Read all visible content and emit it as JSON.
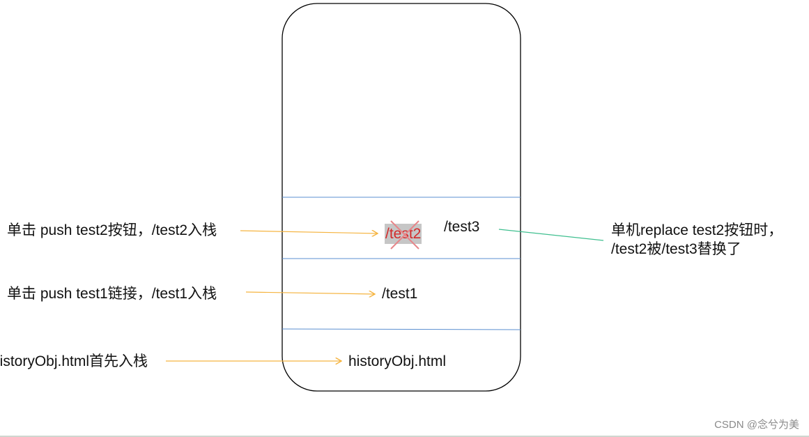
{
  "stack": {
    "entries": [
      {
        "label": "historyObj.html"
      },
      {
        "label": "/test1"
      },
      {
        "label": "/test2",
        "status": "replaced"
      },
      {
        "label": "/test3"
      }
    ]
  },
  "annotations": {
    "push_html": "historyObj.html首先入栈",
    "push_test1": "单击 push test1链接，/test1入栈",
    "push_test2": "单击 push test2按钮，/test2入栈",
    "replace_test2_line1": "单机replace test2按钮时，",
    "replace_test2_line2": "/test2被/test3替换了"
  },
  "colors": {
    "stack_border": "#000000",
    "divider": "#5b8fd0",
    "arrow_orange": "#f5b440",
    "arrow_green": "#3fbf8f",
    "replaced_text": "#d32a2a",
    "replaced_cross": "#e6868a",
    "replaced_highlight": "#c6c6c6"
  },
  "watermark": "CSDN @念兮为美"
}
